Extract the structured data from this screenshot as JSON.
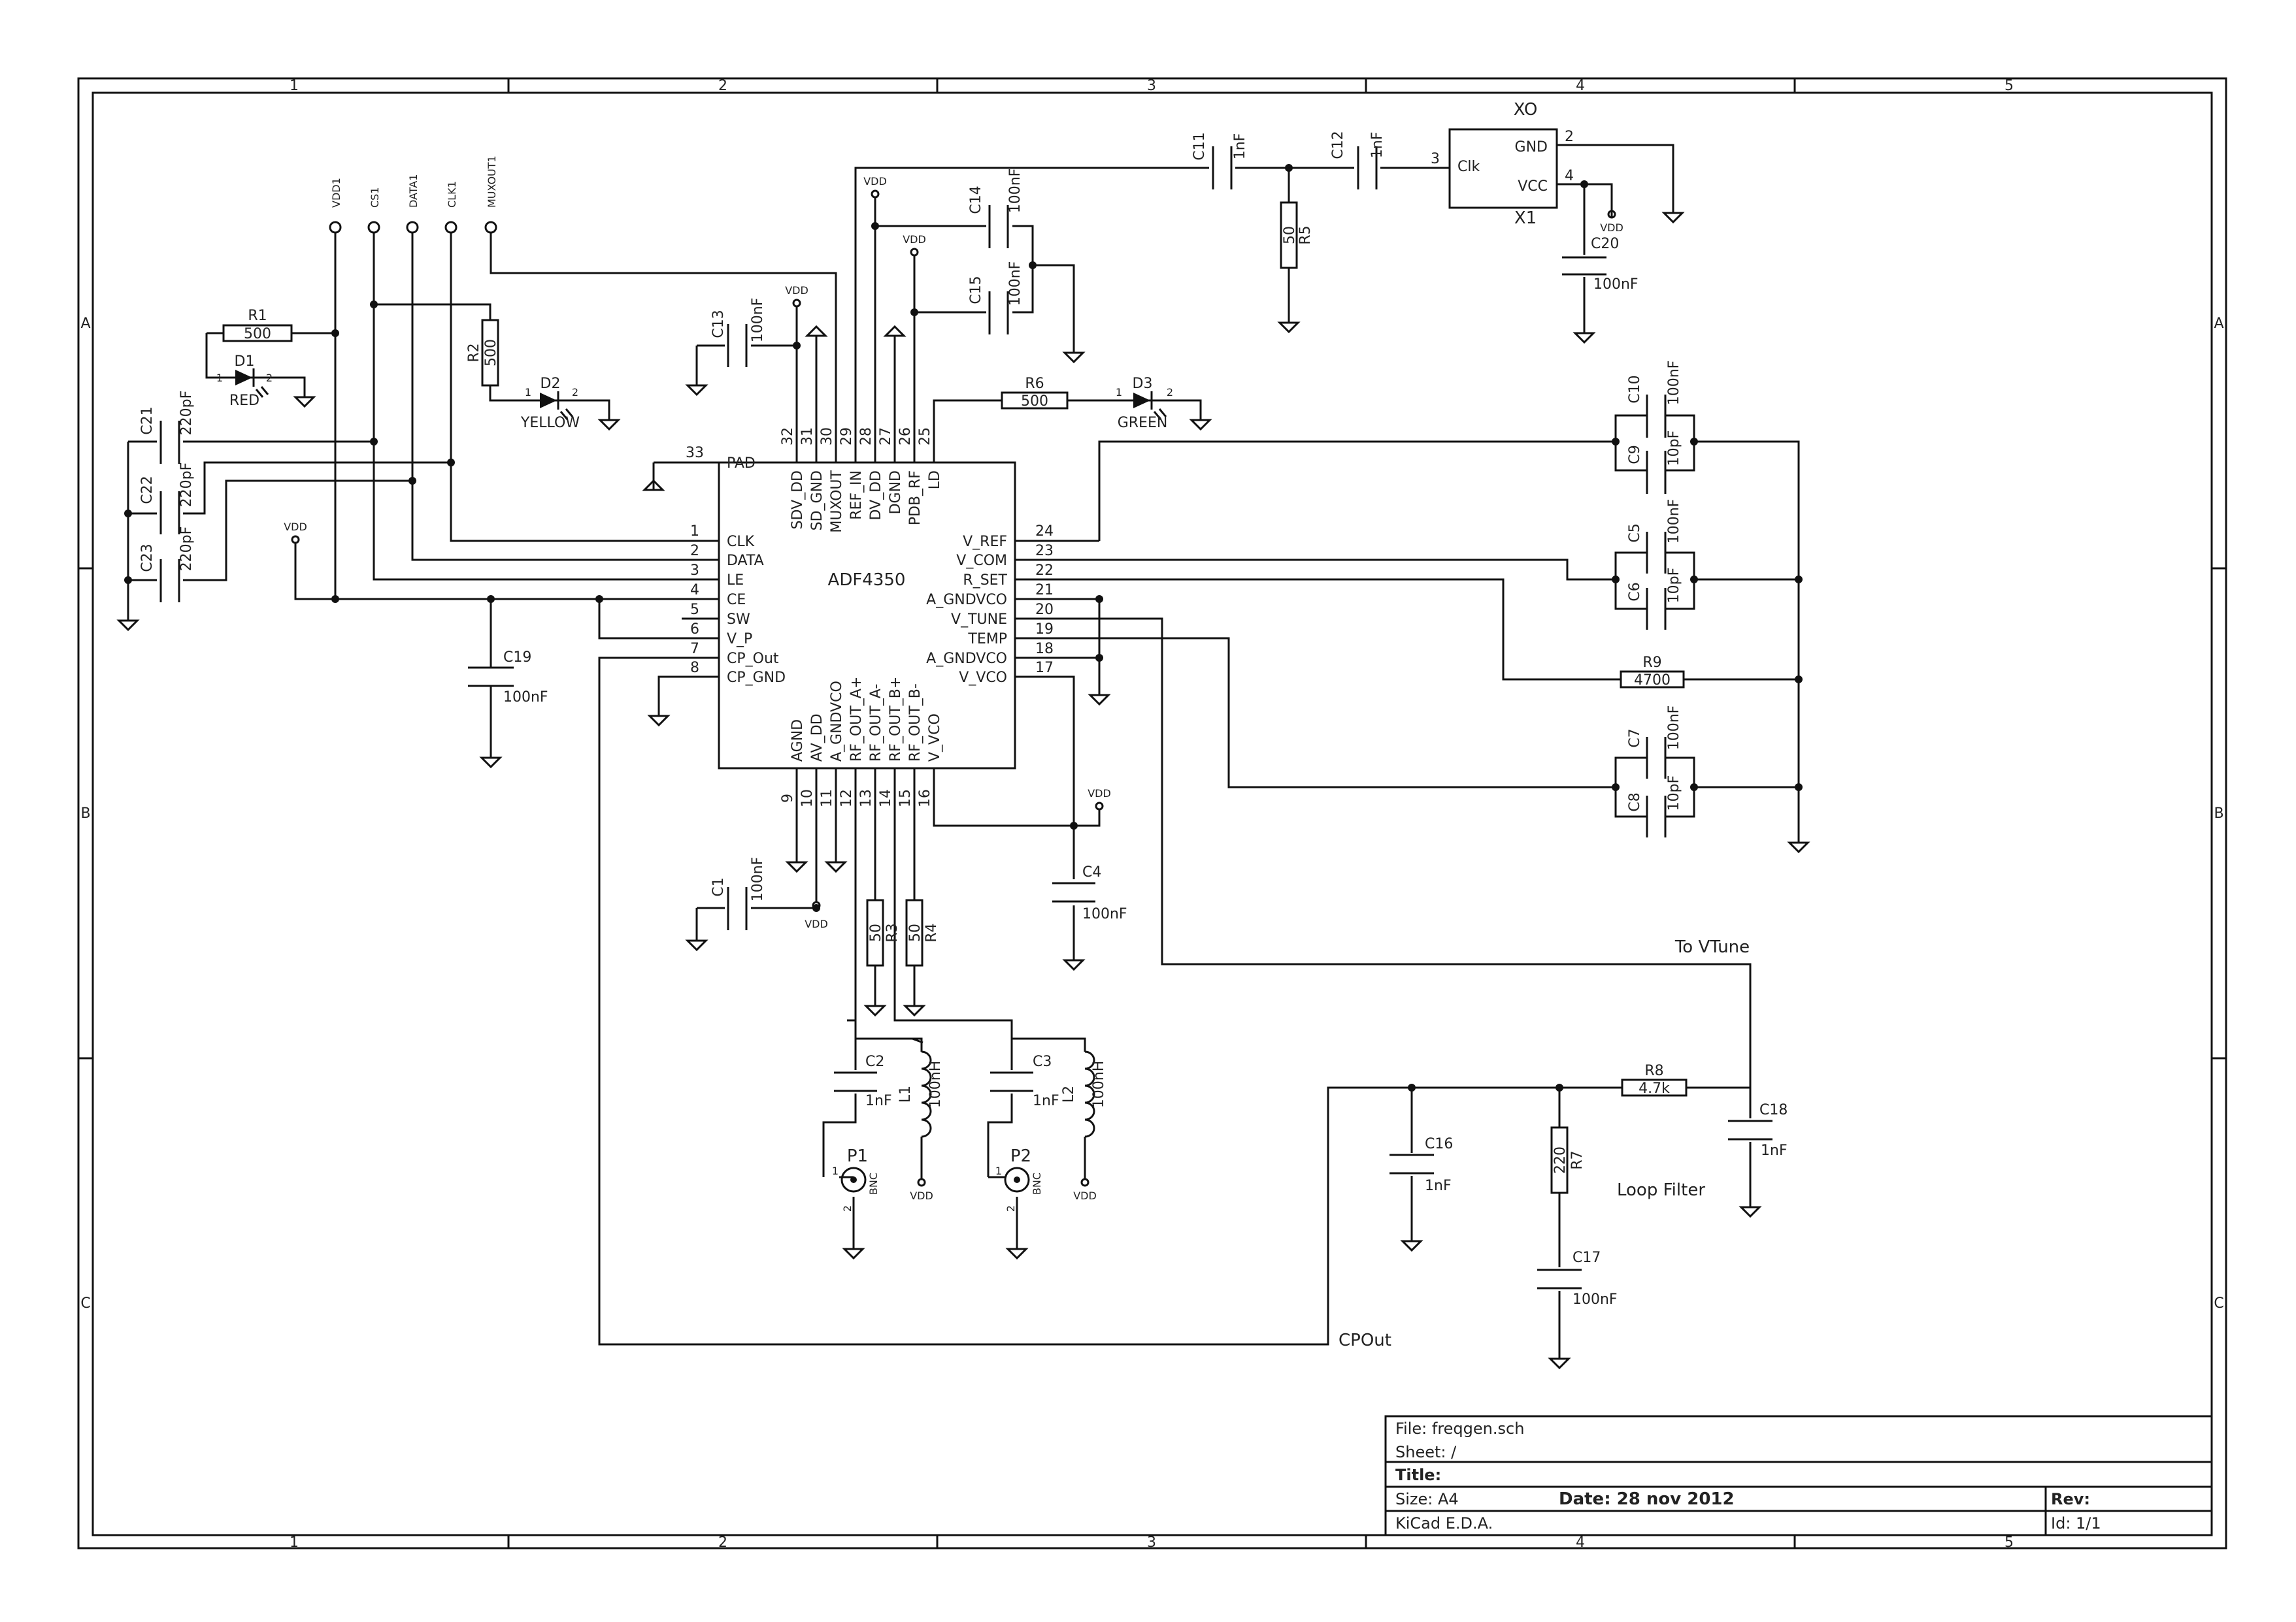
{
  "sheet": {
    "col_labels": [
      "1",
      "2",
      "3",
      "4",
      "5"
    ],
    "row_labels": [
      "A",
      "B",
      "C"
    ]
  },
  "chip": {
    "name": "ADF4350",
    "left": [
      {
        "num": "33",
        "name": "PAD"
      },
      {
        "num": "1",
        "name": "CLK"
      },
      {
        "num": "2",
        "name": "DATA"
      },
      {
        "num": "3",
        "name": "LE"
      },
      {
        "num": "4",
        "name": "CE"
      },
      {
        "num": "5",
        "name": "SW"
      },
      {
        "num": "6",
        "name": "V_P"
      },
      {
        "num": "7",
        "name": "CP_Out"
      },
      {
        "num": "8",
        "name": "CP_GND"
      }
    ],
    "right": [
      {
        "num": "24",
        "name": "V_REF"
      },
      {
        "num": "23",
        "name": "V_COM"
      },
      {
        "num": "22",
        "name": "R_SET"
      },
      {
        "num": "21",
        "name": "A_GNDVCO"
      },
      {
        "num": "20",
        "name": "V_TUNE"
      },
      {
        "num": "19",
        "name": "TEMP"
      },
      {
        "num": "18",
        "name": "A_GNDVCO"
      },
      {
        "num": "17",
        "name": "V_VCO"
      }
    ],
    "top": [
      {
        "num": "32",
        "name": "SDV_DD"
      },
      {
        "num": "31",
        "name": "SD_GND"
      },
      {
        "num": "30",
        "name": "MUXOUT"
      },
      {
        "num": "29",
        "name": "REF_IN"
      },
      {
        "num": "28",
        "name": "DV_DD"
      },
      {
        "num": "27",
        "name": "DGND"
      },
      {
        "num": "26",
        "name": "PDB_RF"
      },
      {
        "num": "25",
        "name": "LD"
      }
    ],
    "bottom": [
      {
        "num": "9",
        "name": "AGND"
      },
      {
        "num": "10",
        "name": "AV_DD"
      },
      {
        "num": "11",
        "name": "A_GNDVCO"
      },
      {
        "num": "12",
        "name": "RF_OUT_A+"
      },
      {
        "num": "13",
        "name": "RF_OUT_A-"
      },
      {
        "num": "14",
        "name": "RF_OUT_B+"
      },
      {
        "num": "15",
        "name": "RF_OUT_B-"
      },
      {
        "num": "16",
        "name": "V_VCO"
      }
    ]
  },
  "connectors": [
    "VDD1",
    "CS1",
    "DATA1",
    "CLK1",
    "MUXOUT1"
  ],
  "vdd": "VDD",
  "parts": {
    "r1": {
      "ref": "R1",
      "val": "500"
    },
    "r2": {
      "ref": "R2",
      "val": "500"
    },
    "r3": {
      "ref": "R3",
      "val": "50"
    },
    "r4": {
      "ref": "R4",
      "val": "50"
    },
    "r5": {
      "ref": "R5",
      "val": "50"
    },
    "r6": {
      "ref": "R6",
      "val": "500"
    },
    "r7": {
      "ref": "R7",
      "val": "220"
    },
    "r8": {
      "ref": "R8",
      "val": "4.7k"
    },
    "r9": {
      "ref": "R9",
      "val": "4700"
    },
    "d1": {
      "ref": "D1",
      "val": "RED"
    },
    "d2": {
      "ref": "D2",
      "val": "YELLOW"
    },
    "d3": {
      "ref": "D3",
      "val": "GREEN"
    },
    "c1": {
      "ref": "C1",
      "val": "100nF"
    },
    "c2": {
      "ref": "C2",
      "val": "1nF"
    },
    "c3": {
      "ref": "C3",
      "val": "1nF"
    },
    "c4": {
      "ref": "C4",
      "val": "100nF"
    },
    "c5": {
      "ref": "C5",
      "val": "100nF"
    },
    "c6": {
      "ref": "C6",
      "val": "10pF"
    },
    "c7": {
      "ref": "C7",
      "val": "100nF"
    },
    "c8": {
      "ref": "C8",
      "val": "10pF"
    },
    "c9": {
      "ref": "C9",
      "val": "10pF"
    },
    "c10": {
      "ref": "C10",
      "val": "100nF"
    },
    "c11": {
      "ref": "C11",
      "val": "1nF"
    },
    "c12": {
      "ref": "C12",
      "val": "1nF"
    },
    "c13": {
      "ref": "C13",
      "val": "100nF"
    },
    "c14": {
      "ref": "C14",
      "val": "100nF"
    },
    "c15": {
      "ref": "C15",
      "val": "100nF"
    },
    "c16": {
      "ref": "C16",
      "val": "1nF"
    },
    "c17": {
      "ref": "C17",
      "val": "100nF"
    },
    "c18": {
      "ref": "C18",
      "val": "1nF"
    },
    "c19": {
      "ref": "C19",
      "val": "100nF"
    },
    "c20": {
      "ref": "C20",
      "val": "100nF"
    },
    "c21": {
      "ref": "C21",
      "val": "220pF"
    },
    "c22": {
      "ref": "C22",
      "val": "220pF"
    },
    "c23": {
      "ref": "C23",
      "val": "220pF"
    },
    "l1": {
      "ref": "L1",
      "val": "100nH"
    },
    "l2": {
      "ref": "L2",
      "val": "100nH"
    },
    "p1": {
      "ref": "P1",
      "val": "BNC"
    },
    "p2": {
      "ref": "P2",
      "val": "BNC"
    }
  },
  "pin_nums": {
    "one": "1",
    "two": "2",
    "three": "3",
    "four": "4"
  },
  "xo": {
    "title": "XO",
    "ref": "X1",
    "gnd": "GND",
    "vcc": "VCC",
    "clk": "Clk"
  },
  "labels": {
    "to_vtune": "To VTune",
    "cpout": "CPOut",
    "loop_filter": "Loop Filter"
  },
  "title_block": {
    "file": "File: freqgen.sch",
    "sheet": "Sheet: /",
    "title": "Title:",
    "size": "Size: A4",
    "date": "Date: 28 nov 2012",
    "rev": "Rev:",
    "app": "KiCad E.D.A.",
    "id": "Id: 1/1"
  }
}
